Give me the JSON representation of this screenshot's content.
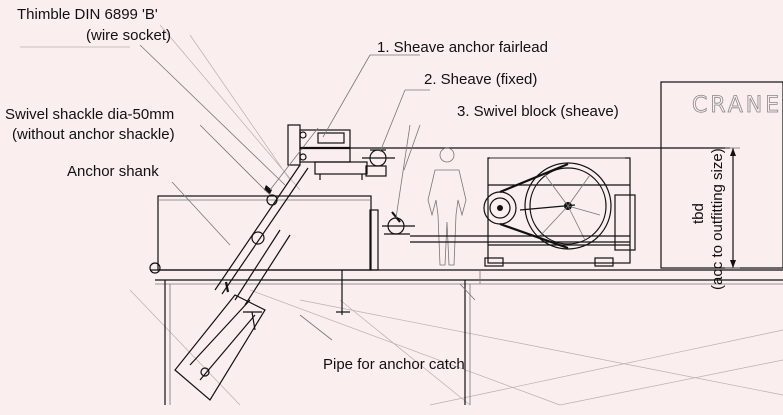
{
  "labels": {
    "thimble_line1": "Thimble  DIN 6899 'B'",
    "thimble_line2": "(wire socket)",
    "swivel_line1": "Swivel shackle dia-50mm",
    "swivel_line2": "(without anchor shackle)",
    "anchor_shank": "Anchor shank",
    "sheave_anchor_fairlead": "1. Sheave anchor fairlead",
    "sheave_fixed": "2. Sheave (fixed)",
    "swivel_block": "3. Swivel block (sheave)",
    "pipe_anchor_catch": "Pipe for anchor catch",
    "crane_text": "CRANE  CO",
    "dim_tbd": "tbd",
    "dim_note": "(acc to outfitting size)"
  }
}
